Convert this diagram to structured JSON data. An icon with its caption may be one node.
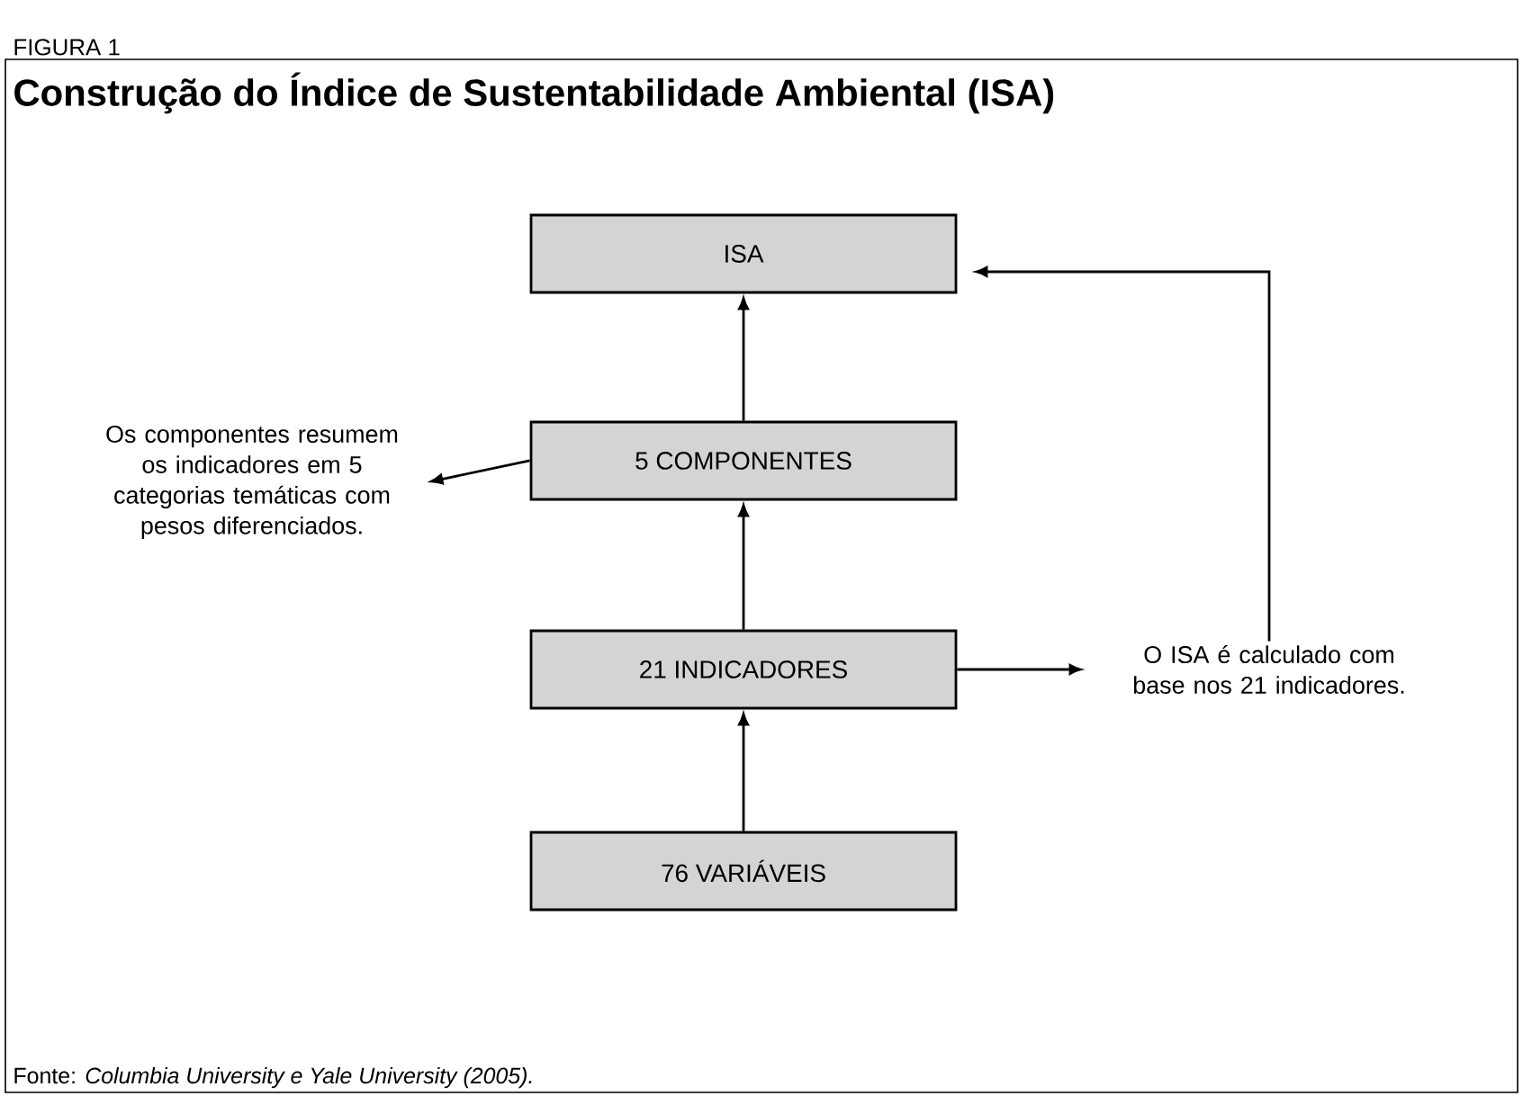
{
  "diagram": {
    "title": "Construção do Índice de Sustentabilidade Ambiental (ISA)",
    "caption": "Fonte: *Columbia University e Yale University (2005).*",
    "nodes": [
      {
        "text": [
          "ISA"
        ]
      },
      {
        "text": [
          "5 COMPONENTES"
        ]
      },
      {
        "text": [
          "21 INDICADORES"
        ]
      },
      {
        "text": [
          "76 VARIÁVEIS"
        ]
      },
      {
        "text": [
          "Os componentes resumem os indicadores em 5 categorias temáticas com pesos diferenciados."
        ]
      },
      {
        "text": [
          "O ISA é calculado com base nos 21 indicadores."
        ]
      }
    ],
    "edges": [
      {
        "from": 3,
        "to": 2,
        "arrow": "to"
      },
      {
        "from": 2,
        "to": 1,
        "arrow": "to"
      },
      {
        "from": 1,
        "to": 0,
        "arrow": "to"
      },
      {
        "from": 1,
        "to": 4,
        "arrow": "to"
      },
      {
        "from": 2,
        "to": 5,
        "arrow": "to"
      },
      {
        "from": 5,
        "to": 0,
        "arrow": "to"
      }
    ],
    "labels": [
      "FIGURA 1"
    ]
  }
}
